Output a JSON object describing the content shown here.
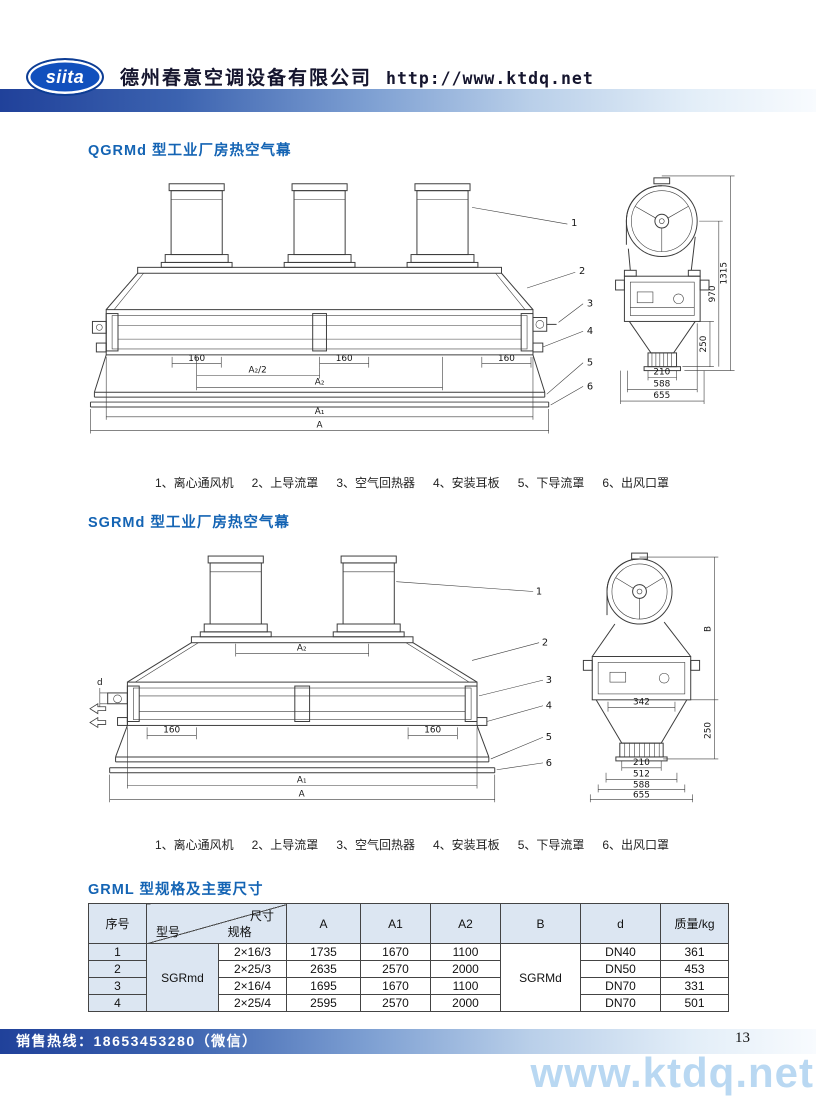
{
  "header": {
    "logo_text": "siita",
    "company": "德州春意空调设备有限公司",
    "url": "http://www.ktdq.net"
  },
  "section1": {
    "title": "QGRMd 型工业厂房热空气幕",
    "labels": [
      "1",
      "2",
      "3",
      "4",
      "5",
      "6"
    ],
    "dims": {
      "d160": "160",
      "a2half": "A₂/2",
      "a2": "A₂",
      "a1": "A₁",
      "a": "A",
      "h1315": "1315",
      "h970": "970",
      "h250": "250",
      "w210": "210",
      "w588": "588",
      "w655": "655"
    },
    "caption": [
      "1、离心通风机",
      "2、上导流罩",
      "3、空气回热器",
      "4、安装耳板",
      "5、下导流罩",
      "6、出风口罩"
    ]
  },
  "section2": {
    "title": "SGRMd 型工业厂房热空气幕",
    "labels": [
      "1",
      "2",
      "3",
      "4",
      "5",
      "6"
    ],
    "dims": {
      "a2": "A₂",
      "d160": "160",
      "a1": "A₁",
      "a": "A",
      "d": "d",
      "b": "B",
      "w342": "342",
      "h250": "250",
      "w210": "210",
      "w512": "512",
      "w588": "588",
      "w655": "655"
    },
    "caption": [
      "1、离心通风机",
      "2、上导流罩",
      "3、空气回热器",
      "4、安装耳板",
      "5、下导流罩",
      "6、出风口罩"
    ]
  },
  "table": {
    "title": "GRML 型规格及主要尺寸",
    "corner": {
      "size": "尺寸",
      "model": "型号",
      "spec": "规格"
    },
    "headers": {
      "no": "序号",
      "a": "A",
      "a1": "A1",
      "a2": "A2",
      "b": "B",
      "d": "d",
      "weight": "质量/kg"
    },
    "model_value": "SGRmd",
    "b_value": "SGRMd",
    "rows": [
      {
        "no": "1",
        "spec": "2×16/3",
        "a": "1735",
        "a1": "1670",
        "a2": "1100",
        "d": "DN40",
        "weight": "361"
      },
      {
        "no": "2",
        "spec": "2×25/3",
        "a": "2635",
        "a1": "2570",
        "a2": "2000",
        "d": "DN50",
        "weight": "453"
      },
      {
        "no": "3",
        "spec": "2×16/4",
        "a": "1695",
        "a1": "1670",
        "a2": "1100",
        "d": "DN70",
        "weight": "331"
      },
      {
        "no": "4",
        "spec": "2×25/4",
        "a": "2595",
        "a1": "2570",
        "a2": "2000",
        "d": "DN70",
        "weight": "501"
      }
    ]
  },
  "footer": {
    "hotline": "销售热线：18653453280（微信）",
    "page": "13",
    "watermark": "www.ktdq.net"
  },
  "colors": {
    "accent_blue": "#1464b4",
    "bar_dark": "#20419a",
    "table_header_bg": "#dce6f2",
    "watermark": "#b9d8f2"
  }
}
